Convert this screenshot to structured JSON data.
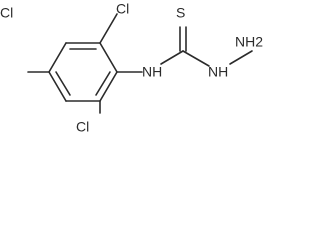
{
  "molecule": {
    "atoms": {
      "cl_top": "Cl",
      "cl_left": "Cl",
      "cl_bottom": "Cl",
      "s": "S",
      "nh": "NH",
      "nh_right": "NH",
      "nh2": "NH2"
    }
  }
}
